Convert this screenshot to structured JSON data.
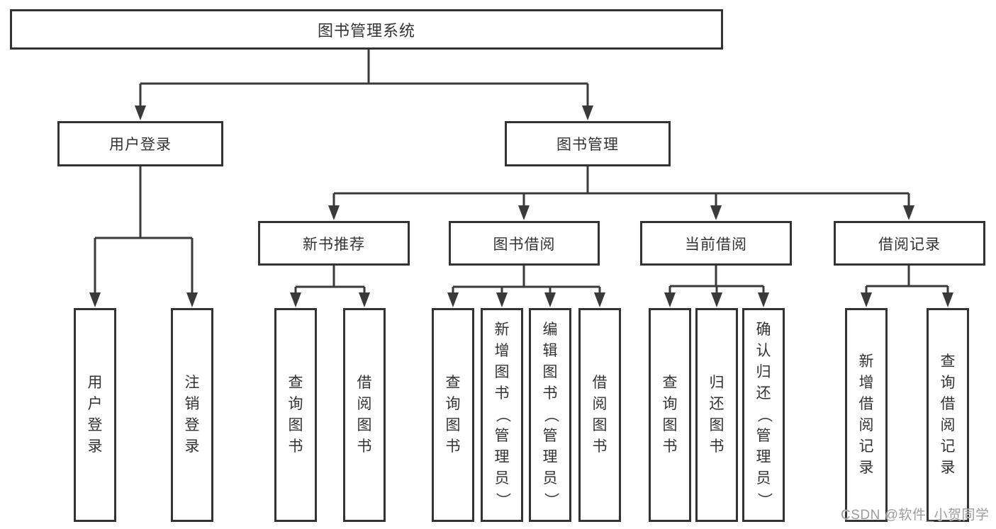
{
  "diagram": {
    "title_label": "图书管理系统",
    "level2": [
      "用户登录",
      "图书管理"
    ],
    "level3": [
      "新书推荐",
      "图书借阅",
      "当前借阅",
      "借阅记录"
    ],
    "leaves": {
      "user_login": [
        "用户登录",
        "注销登录"
      ],
      "new_book_rec": [
        "查询图书",
        "借阅图书"
      ],
      "book_borrow": [
        "查询图书",
        "新增图书（管理员）",
        "编辑图书（管理员）",
        "借阅图书"
      ],
      "current_borrow": [
        "查询图书",
        "归还图书",
        "确认归还（管理员）"
      ],
      "borrow_record": [
        "新增借阅记录",
        "查询借阅记录"
      ]
    },
    "watermark": "CSDN @软件_小贺同学",
    "colors": {
      "line": "#3a3a3a",
      "box_border": "#333333",
      "text": "#333333",
      "watermark": "#9c9c9c",
      "background": "#ffffff"
    }
  }
}
